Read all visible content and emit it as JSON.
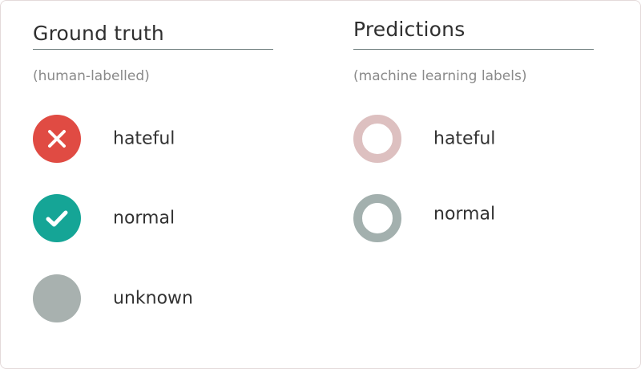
{
  "ground_truth": {
    "title": "Ground truth",
    "subtitle": "(human-labelled)",
    "items": [
      {
        "label": "hateful",
        "icon": "x-circle-icon",
        "color": "#e04b43"
      },
      {
        "label": "normal",
        "icon": "check-circle-icon",
        "color": "#15a596"
      },
      {
        "label": "unknown",
        "icon": "filled-circle-icon",
        "color": "#a8b1af"
      }
    ]
  },
  "predictions": {
    "title": "Predictions",
    "subtitle": "(machine learning labels)",
    "items": [
      {
        "label": "hateful",
        "icon": "ring-icon",
        "color": "#ddc0c0"
      },
      {
        "label": "normal",
        "icon": "ring-icon",
        "color": "#a3b0ae"
      }
    ]
  },
  "colors": {
    "heading": "#2f2f2f",
    "subtitle": "#8a8a8a",
    "label": "#333333",
    "rule": "#6f7f7f"
  }
}
